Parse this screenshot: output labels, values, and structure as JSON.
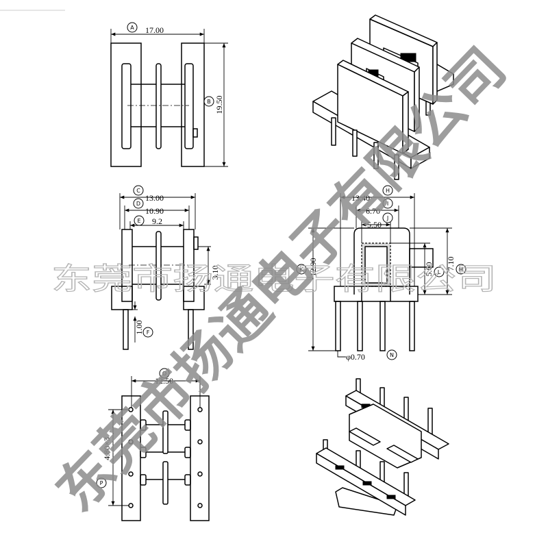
{
  "watermark": {
    "diagonal": "东莞市扬通电子有限公司",
    "horizontal": "东莞市扬通电子有限公司"
  },
  "front_view": {
    "width": "17.00",
    "width_tag": "A",
    "height": "19.50",
    "height_tag": "B"
  },
  "side_view": {
    "overall": "13.00",
    "overall_tag": "C",
    "flange": "10.90",
    "flange_tag": "D",
    "core": "9.2",
    "core_tag": "E",
    "core_height": "3.10",
    "pin_height": "1.00",
    "pin_height_tag": "F"
  },
  "end_view": {
    "overall": "13.40",
    "overall_tag": "H",
    "outer": "6.70",
    "outer_tag": "I",
    "window": "5.50",
    "window_tag": "J",
    "height": "12.90",
    "height_tag": "K",
    "window_height": "5.60",
    "window_height_tag": "L",
    "outer_height": "7.10",
    "outer_height_tag": "M",
    "pin_diameter": "φ0.70",
    "pin_diameter_tag": "N"
  },
  "bottom_view": {
    "row_spacing": "12.50",
    "row_spacing_tag": "O",
    "pin_pitch": "4.80×3",
    "pin_pitch_tag": "P"
  },
  "colors": {
    "line": "#000000",
    "watermark": "#8c8c8c",
    "watermark_outline": "#b4b4b4"
  }
}
